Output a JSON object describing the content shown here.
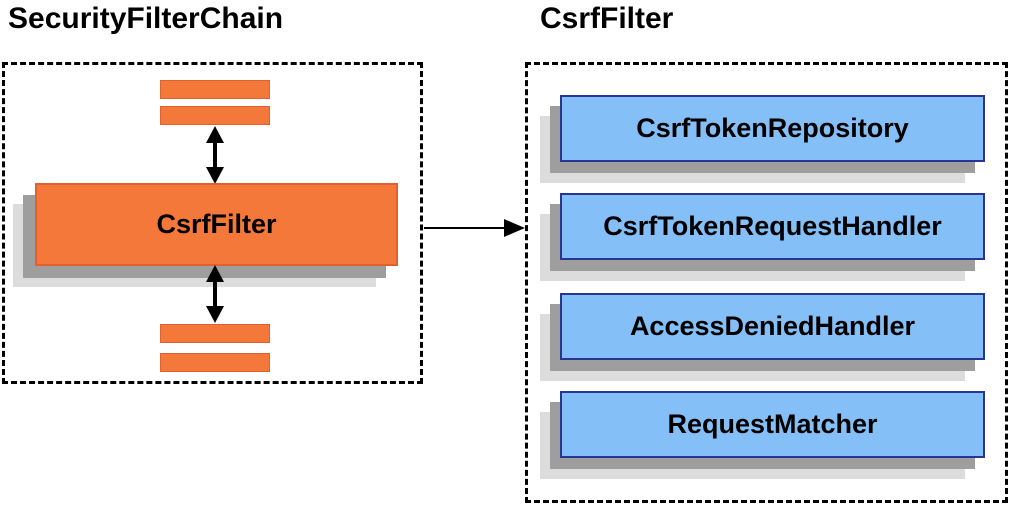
{
  "titles": {
    "left": "SecurityFilterChain",
    "right": "CsrfFilter"
  },
  "left_panel": {
    "filter_node_label": "CsrfFilter"
  },
  "right_panel": {
    "components": [
      "CsrfTokenRepository",
      "CsrfTokenRequestHandler",
      "AccessDeniedHandler",
      "RequestMatcher"
    ]
  },
  "colors": {
    "orange-fill": "#F4783A",
    "orange-border": "#E2602E",
    "blue-fill": "#85BFF7",
    "blue-border": "#283593",
    "shadow-dark": "#9E9E9E",
    "shadow-light": "#DCDCDC",
    "line": "#000000"
  }
}
